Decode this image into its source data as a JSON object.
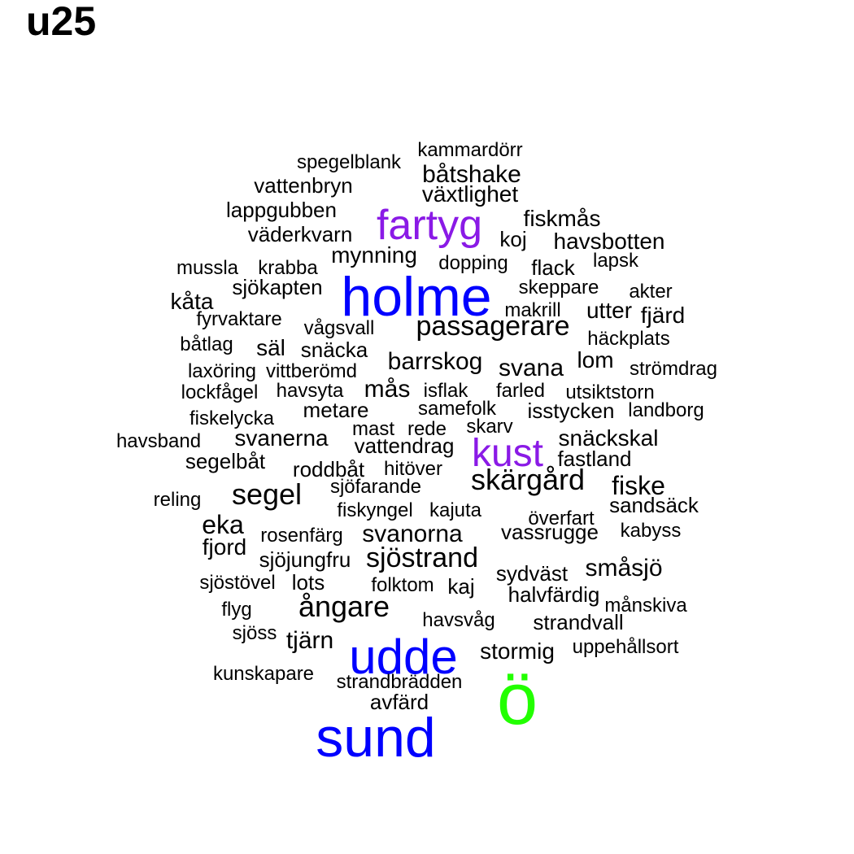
{
  "title": "u25",
  "colors": {
    "large": "#0000ff",
    "medium": "#8a1ae6",
    "top": "#22ff00",
    "normal": "#000000"
  },
  "words": [
    {
      "text": "ö",
      "weight": "top"
    },
    {
      "text": "sund",
      "weight": "large"
    },
    {
      "text": "udde",
      "weight": "large"
    },
    {
      "text": "holme",
      "weight": "large"
    },
    {
      "text": "fartyg",
      "weight": "medium"
    },
    {
      "text": "kust",
      "weight": "medium"
    },
    {
      "text": "kammardörr",
      "weight": "normal"
    },
    {
      "text": "spegelblank",
      "weight": "normal"
    },
    {
      "text": "båtshake",
      "weight": "normal"
    },
    {
      "text": "vattenbryn",
      "weight": "normal"
    },
    {
      "text": "växtlighet",
      "weight": "normal"
    },
    {
      "text": "lappgubben",
      "weight": "normal"
    },
    {
      "text": "fiskmås",
      "weight": "normal"
    },
    {
      "text": "väderkvarn",
      "weight": "normal"
    },
    {
      "text": "koj",
      "weight": "normal"
    },
    {
      "text": "havsbotten",
      "weight": "normal"
    },
    {
      "text": "mynning",
      "weight": "normal"
    },
    {
      "text": "lapsk",
      "weight": "normal"
    },
    {
      "text": "mussla",
      "weight": "normal"
    },
    {
      "text": "krabba",
      "weight": "normal"
    },
    {
      "text": "dopping",
      "weight": "normal"
    },
    {
      "text": "flack",
      "weight": "normal"
    },
    {
      "text": "sjökapten",
      "weight": "normal"
    },
    {
      "text": "skeppare",
      "weight": "normal"
    },
    {
      "text": "akter",
      "weight": "normal"
    },
    {
      "text": "kåta",
      "weight": "normal"
    },
    {
      "text": "makrill",
      "weight": "normal"
    },
    {
      "text": "utter",
      "weight": "normal"
    },
    {
      "text": "fjärd",
      "weight": "normal"
    },
    {
      "text": "fyrvaktare",
      "weight": "normal"
    },
    {
      "text": "vågsvall",
      "weight": "normal"
    },
    {
      "text": "passagerare",
      "weight": "normal"
    },
    {
      "text": "båtlag",
      "weight": "normal"
    },
    {
      "text": "häckplats",
      "weight": "normal"
    },
    {
      "text": "säl",
      "weight": "normal"
    },
    {
      "text": "snäcka",
      "weight": "normal"
    },
    {
      "text": "lom",
      "weight": "normal"
    },
    {
      "text": "barrskog",
      "weight": "normal"
    },
    {
      "text": "laxöring",
      "weight": "normal"
    },
    {
      "text": "vittberömd",
      "weight": "normal"
    },
    {
      "text": "svana",
      "weight": "normal"
    },
    {
      "text": "strömdrag",
      "weight": "normal"
    },
    {
      "text": "havsyta",
      "weight": "normal"
    },
    {
      "text": "mås",
      "weight": "normal"
    },
    {
      "text": "lockfågel",
      "weight": "normal"
    },
    {
      "text": "isflak",
      "weight": "normal"
    },
    {
      "text": "farled",
      "weight": "normal"
    },
    {
      "text": "utsiktstorn",
      "weight": "normal"
    },
    {
      "text": "metare",
      "weight": "normal"
    },
    {
      "text": "samefolk",
      "weight": "normal"
    },
    {
      "text": "isstycken",
      "weight": "normal"
    },
    {
      "text": "landborg",
      "weight": "normal"
    },
    {
      "text": "fiskelycka",
      "weight": "normal"
    },
    {
      "text": "skarv",
      "weight": "normal"
    },
    {
      "text": "mast",
      "weight": "normal"
    },
    {
      "text": "rede",
      "weight": "normal"
    },
    {
      "text": "havsband",
      "weight": "normal"
    },
    {
      "text": "svanerna",
      "weight": "normal"
    },
    {
      "text": "snäckskal",
      "weight": "normal"
    },
    {
      "text": "vattendrag",
      "weight": "normal"
    },
    {
      "text": "segelbåt",
      "weight": "normal"
    },
    {
      "text": "fastland",
      "weight": "normal"
    },
    {
      "text": "roddbåt",
      "weight": "normal"
    },
    {
      "text": "hitöver",
      "weight": "normal"
    },
    {
      "text": "skärgård",
      "weight": "normal"
    },
    {
      "text": "fiske",
      "weight": "normal"
    },
    {
      "text": "sjöfarande",
      "weight": "normal"
    },
    {
      "text": "segel",
      "weight": "normal"
    },
    {
      "text": "reling",
      "weight": "normal"
    },
    {
      "text": "sandsäck",
      "weight": "normal"
    },
    {
      "text": "fiskyngel",
      "weight": "normal"
    },
    {
      "text": "kajuta",
      "weight": "normal"
    },
    {
      "text": "överfart",
      "weight": "normal"
    },
    {
      "text": "eka",
      "weight": "normal"
    },
    {
      "text": "svanorna",
      "weight": "normal"
    },
    {
      "text": "vassrugge",
      "weight": "normal"
    },
    {
      "text": "kabyss",
      "weight": "normal"
    },
    {
      "text": "rosenfärg",
      "weight": "normal"
    },
    {
      "text": "fjord",
      "weight": "normal"
    },
    {
      "text": "sjöjungfru",
      "weight": "normal"
    },
    {
      "text": "sjöstrand",
      "weight": "normal"
    },
    {
      "text": "småsjö",
      "weight": "normal"
    },
    {
      "text": "sydväst",
      "weight": "normal"
    },
    {
      "text": "sjöstövel",
      "weight": "normal"
    },
    {
      "text": "lots",
      "weight": "normal"
    },
    {
      "text": "folktom",
      "weight": "normal"
    },
    {
      "text": "kaj",
      "weight": "normal"
    },
    {
      "text": "halvfärdig",
      "weight": "normal"
    },
    {
      "text": "ångare",
      "weight": "normal"
    },
    {
      "text": "månskiva",
      "weight": "normal"
    },
    {
      "text": "flyg",
      "weight": "normal"
    },
    {
      "text": "havsvåg",
      "weight": "normal"
    },
    {
      "text": "strandvall",
      "weight": "normal"
    },
    {
      "text": "sjöss",
      "weight": "normal"
    },
    {
      "text": "tjärn",
      "weight": "normal"
    },
    {
      "text": "stormig",
      "weight": "normal"
    },
    {
      "text": "uppehållsort",
      "weight": "normal"
    },
    {
      "text": "kunskapare",
      "weight": "normal"
    },
    {
      "text": "strandbrädden",
      "weight": "normal"
    },
    {
      "text": "avfärd",
      "weight": "normal"
    }
  ]
}
